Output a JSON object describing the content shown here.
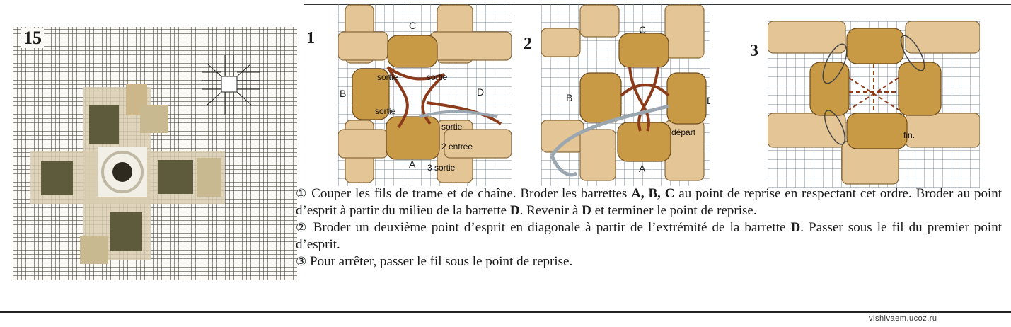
{
  "figure_number": "15",
  "steps": [
    {
      "number": "1",
      "labels": {
        "c": "C",
        "b": "B",
        "d": "D",
        "a": "A",
        "sortie_left": "sortie",
        "sortie_right": "sortie",
        "sortie_mid": "sortie",
        "sortie_1": "sortie",
        "entree_2": "2 entrée",
        "sortie_3": "3 sortie"
      }
    },
    {
      "number": "2",
      "labels": {
        "c": "C",
        "b": "B",
        "d": "D",
        "a": "A",
        "depart": "départ"
      }
    },
    {
      "number": "3",
      "labels": {
        "fin": "fin."
      }
    }
  ],
  "instructions": {
    "p1": {
      "marker": "①",
      "t1": " Couper les fils de trame et de chaîne. Broder les barrettes ",
      "b1": "A, B, C",
      "t2": " au point de reprise en respectant cet ordre. Broder au point d’esprit à partir du milieu de la barrette ",
      "b2": "D",
      "t3": ". Revenir à ",
      "b3": "D",
      "t4": " et terminer le point de reprise."
    },
    "p2": {
      "marker": "②",
      "t1": " Broder un deuxième point d’esprit en diagonale à partir de l’extrémité de la barrette ",
      "b1": "D",
      "t2": ". Passer sous le fil du premier point d’esprit."
    },
    "p3": {
      "marker": "③",
      "t1": " Pour arrêter, passer le fil sous le point de reprise."
    }
  },
  "credit": "vishivaem.ucoz.ru",
  "colors": {
    "bar_fill": "#e4c596",
    "bar_stroke": "#8a6a3a",
    "worked_fill": "#c99a45",
    "thread": "#8b3a1a",
    "needle": "#9aa6b0",
    "grid": "#7d8a99"
  }
}
